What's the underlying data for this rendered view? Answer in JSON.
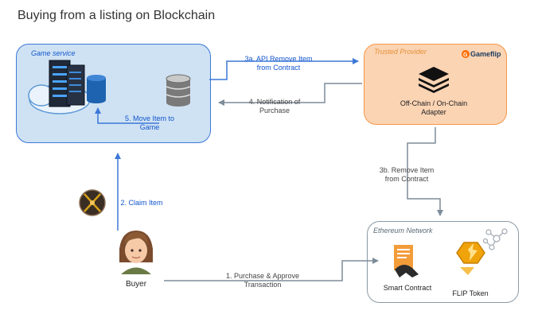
{
  "title": "Buying from a listing on Blockchain",
  "game_service": {
    "label": "Game service"
  },
  "trusted_provider": {
    "label": "Trusted Provider",
    "logo_text": "Gameflip",
    "adapter_label": "Off-Chain / On-Chain Adapter"
  },
  "ethereum_network": {
    "label": "Ethereum Network",
    "smart_contract_label": "Smart Contract",
    "flip_token_label": "FLIP Token"
  },
  "buyer": {
    "label": "Buyer"
  },
  "steps": {
    "s1": "1. Purchase & Approve Transaction",
    "s2": "2. Claim Item",
    "s3a": "3a. API Remove Item from Contract",
    "s3b": "3b. Remove Item from Contract",
    "s4": "4. Notification of Purchase",
    "s5": "5. Move Item to Game"
  },
  "colors": {
    "blue_arrow": "#3c78d8",
    "grey_arrow": "#7d8c99",
    "game_fill": "#cfe2f3",
    "trusted_fill": "#fbd4b4",
    "trusted_border": "#f79646"
  }
}
